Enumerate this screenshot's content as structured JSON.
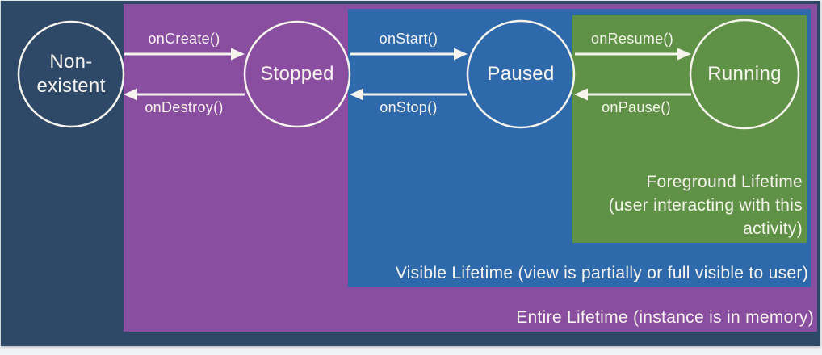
{
  "slide": {
    "colors": {
      "canvas_background": "#2e4867",
      "entire_lifetime_region": "#8a4ea0",
      "visible_lifetime_region": "#2e6aab",
      "foreground_lifetime_region": "#5f9147",
      "stroke_and_text": "#f7f4ee"
    },
    "states": [
      {
        "label": "Non-existent"
      },
      {
        "label": "Stopped"
      },
      {
        "label": "Paused"
      },
      {
        "label": "Running"
      }
    ],
    "transitions": [
      {
        "label": "onCreate()",
        "from": "Non-existent",
        "to": "Stopped"
      },
      {
        "label": "onDestroy()",
        "from": "Stopped",
        "to": "Non-existent"
      },
      {
        "label": "onStart()",
        "from": "Stopped",
        "to": "Paused"
      },
      {
        "label": "onStop()",
        "from": "Paused",
        "to": "Stopped"
      },
      {
        "label": "onResume()",
        "from": "Paused",
        "to": "Running"
      },
      {
        "label": "onPause()",
        "from": "Running",
        "to": "Paused"
      }
    ],
    "regions": [
      {
        "label": "Entire Lifetime (instance is in memory)"
      },
      {
        "label": "Visible Lifetime (view is partially or full visible to user)"
      },
      {
        "label": "Foreground Lifetime (user interacting with this activity)",
        "lines": [
          "Foreground Lifetime",
          "(user interacting with this",
          "activity)"
        ]
      }
    ]
  }
}
